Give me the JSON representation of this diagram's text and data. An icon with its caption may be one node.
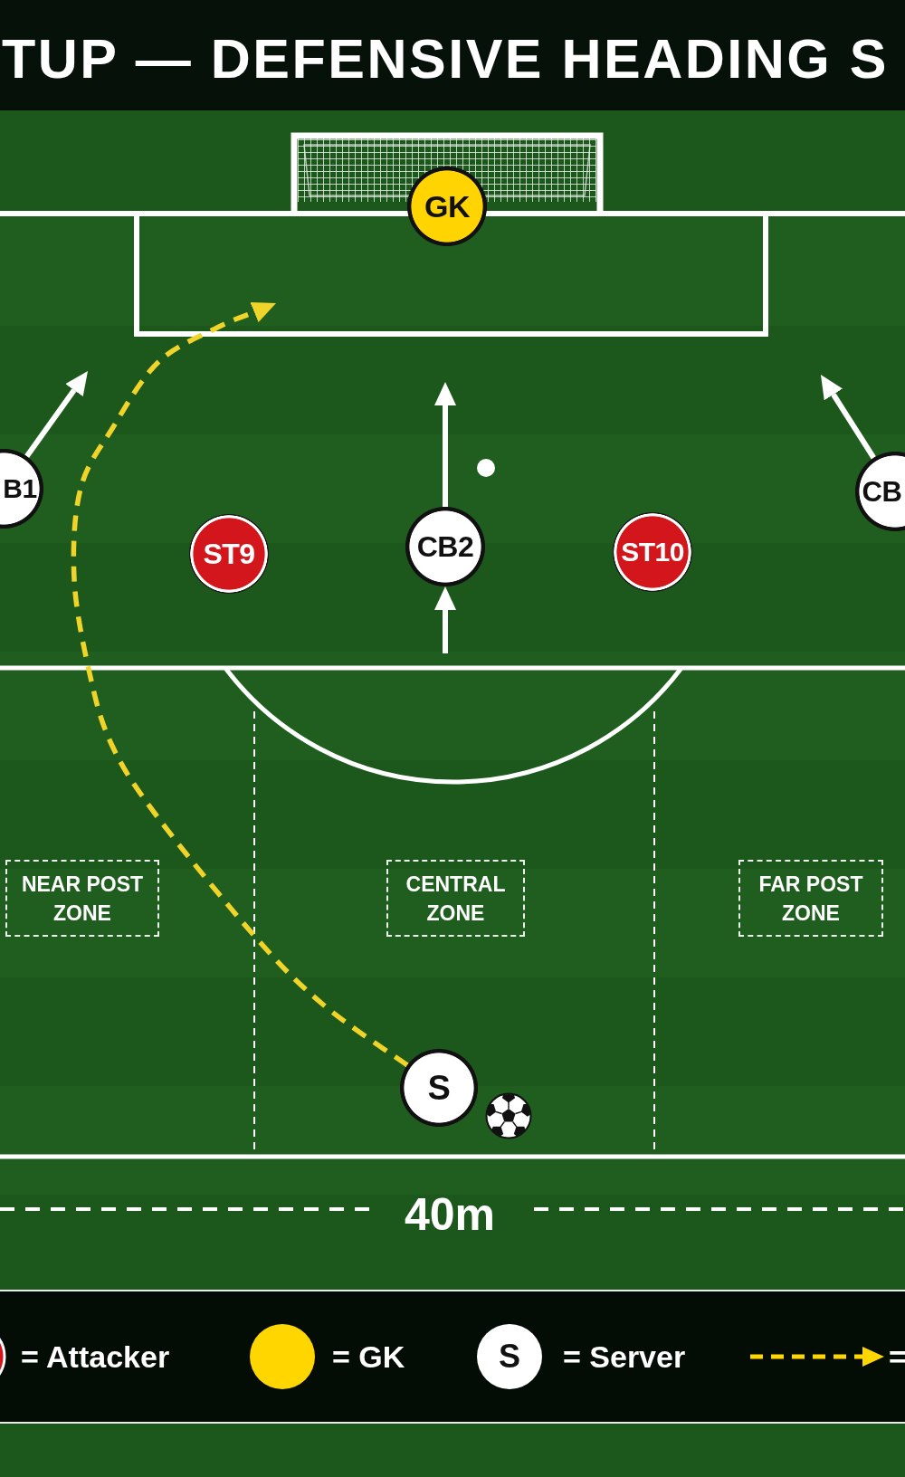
{
  "diagram": {
    "title": "TUP — DEFENSIVE HEADING S",
    "nodes": [
      {
        "text": [
          "GK"
        ]
      },
      {
        "text": [
          "B1"
        ]
      },
      {
        "text": [
          "ST9"
        ]
      },
      {
        "text": [
          "CB2"
        ]
      },
      {
        "text": [
          "ST10"
        ]
      },
      {
        "text": [
          "CB"
        ]
      },
      {
        "text": [
          "NEAR POST ZONE"
        ]
      },
      {
        "text": [
          "CENTRAL ZONE"
        ]
      },
      {
        "text": [
          "FAR POST ZONE"
        ]
      },
      {
        "text": [
          "S"
        ]
      }
    ],
    "edges": [
      {
        "from": 1,
        "to": null,
        "arrow": "to"
      },
      {
        "from": 3,
        "to": null,
        "arrow": "to"
      },
      {
        "from": 5,
        "to": null,
        "arrow": "to"
      },
      {
        "from": null,
        "to": 3,
        "arrow": "to"
      },
      {
        "from": 9,
        "to": null,
        "arrow": "to",
        "style": "dashed",
        "color": "#f0d42a"
      }
    ],
    "labels": [
      "40m",
      "S"
    ],
    "legend": [
      {
        "text": "= Attacker"
      },
      {
        "text": "= GK",
        "color": "#ffd600"
      },
      {
        "text": "= Server"
      },
      {
        "text": "="
      }
    ]
  }
}
